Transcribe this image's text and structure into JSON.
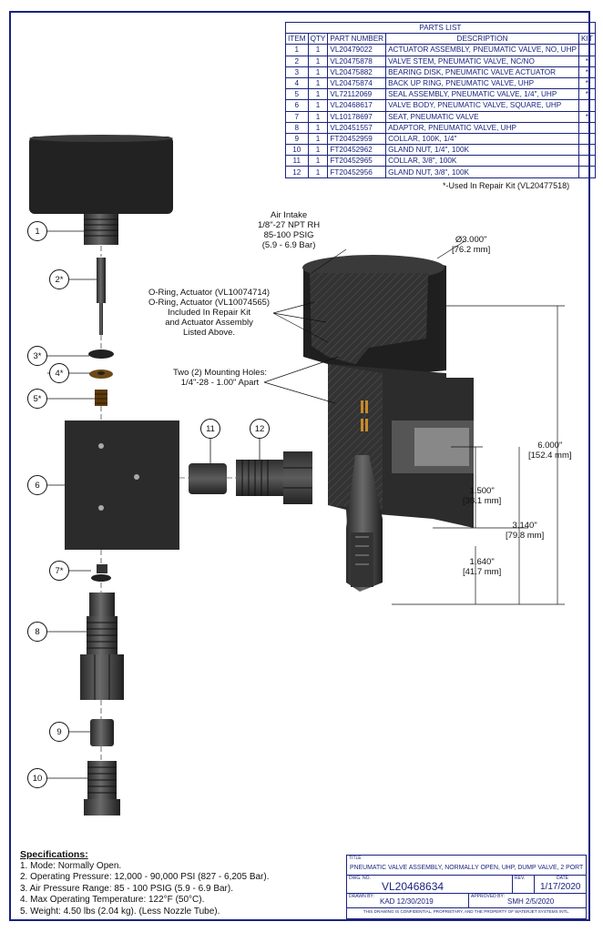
{
  "parts_list": {
    "title": "PARTS LIST",
    "headers": [
      "ITEM",
      "QTY",
      "PART NUMBER",
      "DESCRIPTION",
      "KIT"
    ],
    "rows": [
      {
        "item": "1",
        "qty": "1",
        "part": "VL20479022",
        "desc": "ACTUATOR ASSEMBLY, PNEUMATIC VALVE, NO, UHP",
        "kit": ""
      },
      {
        "item": "2",
        "qty": "1",
        "part": "VL20475878",
        "desc": "VALVE STEM, PNEUMATIC VALVE, NC/NO",
        "kit": "*"
      },
      {
        "item": "3",
        "qty": "1",
        "part": "VL20475882",
        "desc": "BEARING DISK, PNEUMATIC VALVE ACTUATOR",
        "kit": "*"
      },
      {
        "item": "4",
        "qty": "1",
        "part": "VL20475874",
        "desc": "BACK UP RING, PNEUMATIC VALVE, UHP",
        "kit": "*"
      },
      {
        "item": "5",
        "qty": "1",
        "part": "VL72112069",
        "desc": "SEAL ASSEMBLY, PNEUMATIC VALVE, 1/4\", UHP",
        "kit": "*"
      },
      {
        "item": "6",
        "qty": "1",
        "part": "VL20468617",
        "desc": "VALVE BODY, PNEUMATIC VALVE, SQUARE, UHP",
        "kit": ""
      },
      {
        "item": "7",
        "qty": "1",
        "part": "VL10178697",
        "desc": "SEAT, PNEUMATIC VALVE",
        "kit": "*"
      },
      {
        "item": "8",
        "qty": "1",
        "part": "VL20451557",
        "desc": "ADAPTOR, PNEUMATIC VALVE, UHP",
        "kit": ""
      },
      {
        "item": "9",
        "qty": "1",
        "part": "FT20452959",
        "desc": "COLLAR, 100K, 1/4\"",
        "kit": ""
      },
      {
        "item": "10",
        "qty": "1",
        "part": "FT20452962",
        "desc": "GLAND NUT, 1/4\", 100K",
        "kit": ""
      },
      {
        "item": "11",
        "qty": "1",
        "part": "FT20452965",
        "desc": "COLLAR, 3/8\", 100K",
        "kit": ""
      },
      {
        "item": "12",
        "qty": "1",
        "part": "FT20452956",
        "desc": "GLAND NUT, 3/8\", 100K",
        "kit": ""
      }
    ],
    "kit_note": "*-Used In Repair Kit (VL20477518)"
  },
  "callouts": {
    "air_intake": [
      "Air Intake",
      "1/8\"-27 NPT RH",
      "85-100 PSIG",
      "(5.9 - 6.9 Bar)"
    ],
    "oring": [
      "O-Ring, Actuator (VL10074714)",
      "O-Ring, Actuator (VL10074565)",
      "Included In Repair Kit",
      "and Actuator Assembly",
      "Listed Above."
    ],
    "mounting": [
      "Two (2) Mounting Holes:",
      "1/4\"-28 - 1.00\" Apart"
    ]
  },
  "dimensions": {
    "diameter": [
      "Ø3.000\"",
      "[76.2 mm]"
    ],
    "height": [
      "6.000\"",
      "[152.4 mm]"
    ],
    "d1500": [
      "1.500\"",
      "[38.1 mm]"
    ],
    "d3140": [
      "3.140\"",
      "[79.8 mm]"
    ],
    "d1640": [
      "1.640\"",
      "[41.7 mm]"
    ]
  },
  "balloons": [
    "1",
    "2*",
    "3*",
    "4*",
    "5*",
    "6",
    "7*",
    "8",
    "9",
    "10",
    "11",
    "12"
  ],
  "specs": {
    "heading": "Specifications:",
    "lines": [
      "1. Mode: Normally Open.",
      "2. Operating Pressure: 12,000 - 90,000 PSI (827 - 6,205 Bar).",
      "3. Air Pressure Range: 85 - 100 PSIG (5.9 - 6.9 Bar).",
      "4. Max Operating Temperature: 122°F (50°C).",
      "5. Weight: 4.50 lbs (2.04 kg). (Less Nozzle Tube)."
    ]
  },
  "title_block": {
    "title_caption": "TITLE",
    "title": "PNEUMATIC VALVE ASSEMBLY, NORMALLY OPEN, UHP, DUMP VALVE, 2 PORT",
    "dwg_caption": "DWG. NO.",
    "dwg_no": "VL20468634",
    "rev_caption": "REV.",
    "rev": "",
    "date_caption": "DATE",
    "date": "1/17/2020",
    "drawn_caption": "DRAWN BY:",
    "drawn": "KAD   12/30/2019",
    "approved_caption": "APPROVED BY:",
    "approved": "SMH   2/5/2020",
    "confidential": "THIS DRAWING IS CONFIDENTIAL, PROPRIETARY, AND THE PROPERTY OF WATERJET SYSTEMS INTL."
  }
}
